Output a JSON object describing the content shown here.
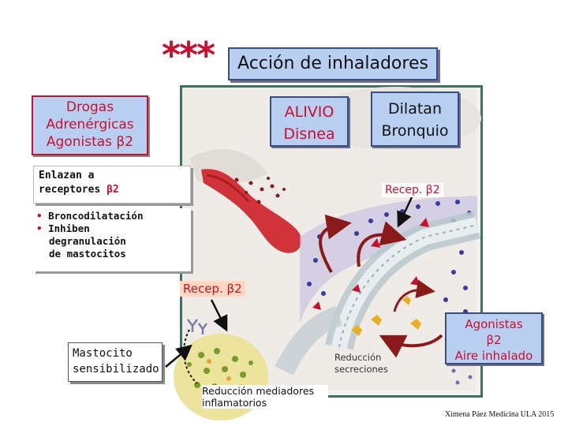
{
  "header": {
    "stars": "***",
    "title": "Acción de inhaladores"
  },
  "drogas": {
    "line1": "Drogas",
    "line2": "Adrenérgicas",
    "line3": "Agonistas β2"
  },
  "enlazan": {
    "line1": "Enlazan a",
    "line2a": "receptores",
    "line2b": "β2"
  },
  "bullets": {
    "item1": "Broncodilatación",
    "item2_line1": "Inhiben",
    "item2_line2": "degranulación",
    "item2_line3": "de mastocitos"
  },
  "alivio": {
    "line1": "ALIVIO",
    "line2": "Disnea"
  },
  "dilatan": {
    "line1": "Dilatan",
    "line2": "Bronquio"
  },
  "recep_top": "Recep. β2",
  "recep_left": "Recep. β2",
  "mastocito": {
    "line1": "Mastocito",
    "line2": "sensibilizado"
  },
  "reduccion_secreciones": {
    "line1": "Reducción",
    "line2": "secreciones"
  },
  "agonistas_aire": {
    "line1": "Agonistas",
    "line2": "β2",
    "line3": "Aire inhalado"
  },
  "reduccion_mediadores": {
    "line1": "Reducción mediadores",
    "line2": "inflamatorios"
  },
  "credit": "Ximena Páez Medicina ULA 2015",
  "colors": {
    "accent_red": "#c8102e",
    "box_blue": "#b9cff2",
    "frame_green": "#3f6e62"
  }
}
